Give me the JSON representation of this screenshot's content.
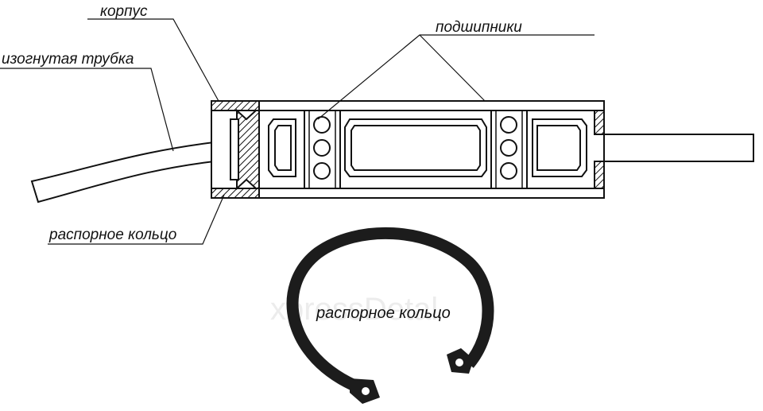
{
  "labels": {
    "housing": "корпус",
    "bearings": "подшипники",
    "bent_tube": "изогнутая трубка",
    "spacer_ring": "распорное кольцо",
    "ring_caption": "распорное кольцо"
  },
  "watermark": "xpressDetal",
  "colors": {
    "line": "#111111",
    "ring": "#1c1c1c",
    "watermark": "#e8e8e8"
  }
}
